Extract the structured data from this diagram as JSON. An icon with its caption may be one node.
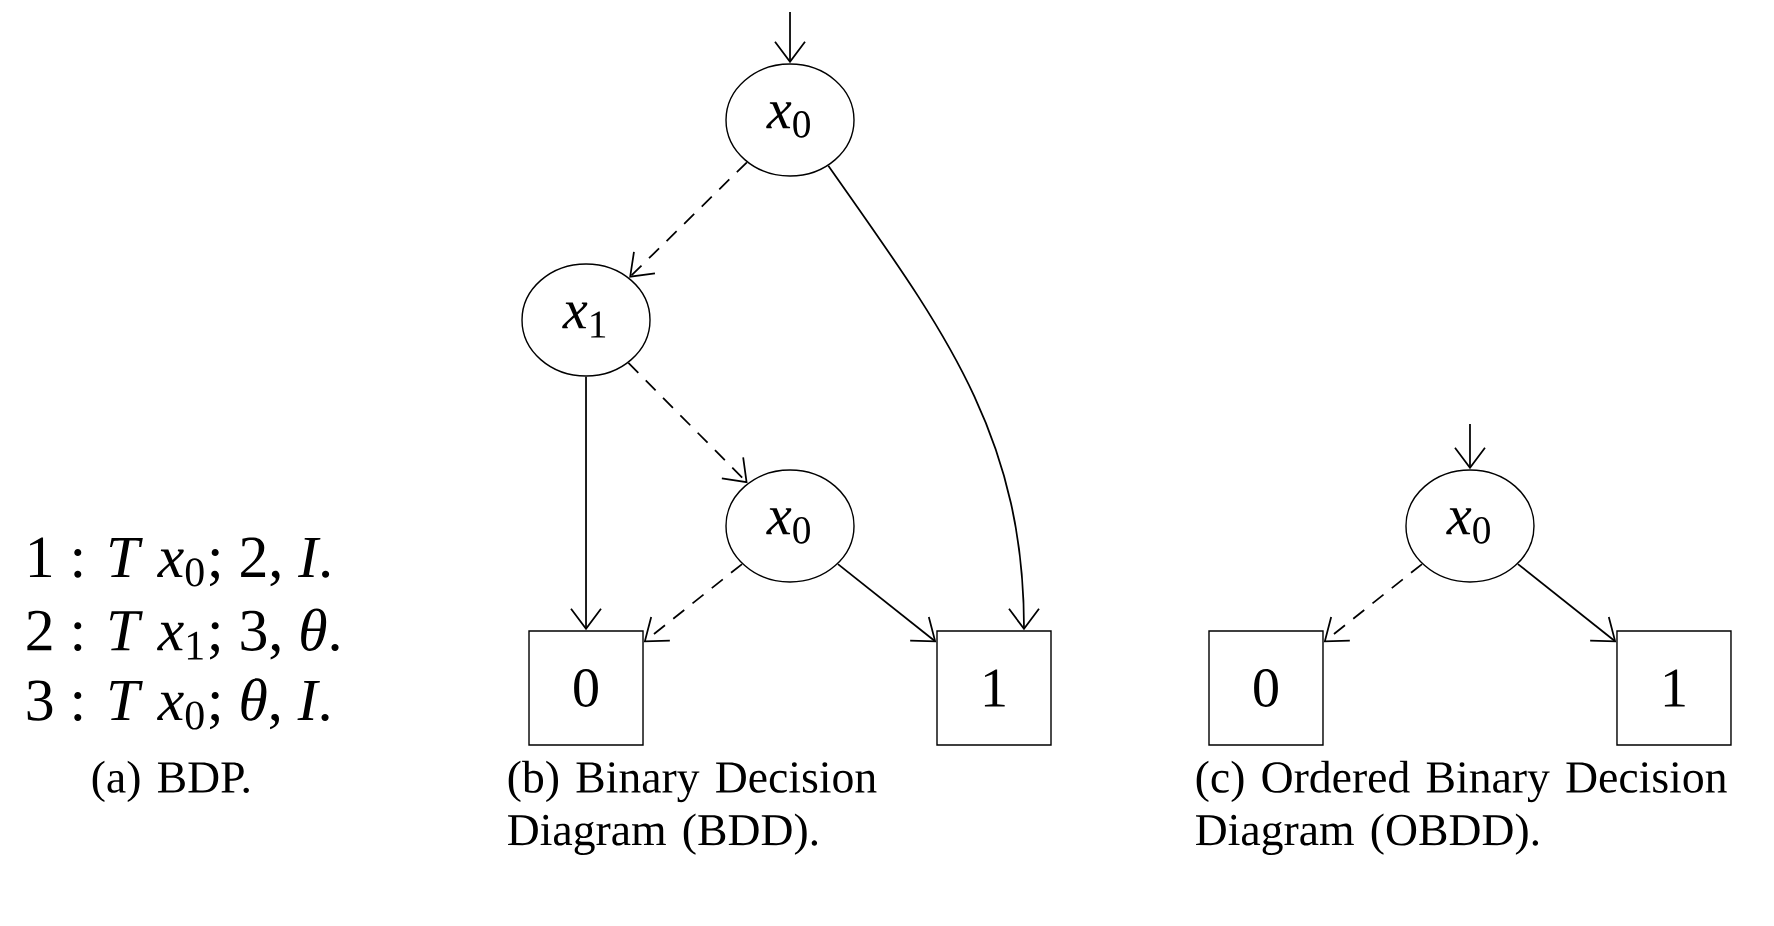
{
  "diagram": {
    "nodes": [
      {
        "text": [
          "*x*$_{0}$"
        ]
      },
      {
        "text": [
          "*x*$_{1}$"
        ]
      },
      {
        "text": [
          "*x*$_{0}$"
        ]
      },
      {
        "text": [
          "0"
        ]
      },
      {
        "text": [
          "1"
        ]
      },
      {
        "text": [
          "*x*$_{0}$"
        ]
      },
      {
        "text": [
          "0"
        ]
      },
      {
        "text": [
          "1"
        ]
      }
    ],
    "edges": [
      {
        "from": null,
        "to": 0,
        "arrow": "to"
      },
      {
        "from": 0,
        "to": 1,
        "arrow": "to",
        "style": "dashed"
      },
      {
        "from": 0,
        "to": 4,
        "arrow": "to"
      },
      {
        "from": 1,
        "to": 3,
        "arrow": "to"
      },
      {
        "from": 1,
        "to": 2,
        "arrow": "to",
        "style": "dashed"
      },
      {
        "from": 2,
        "to": 3,
        "arrow": "to",
        "style": "dashed"
      },
      {
        "from": 2,
        "to": 4,
        "arrow": "to"
      },
      {
        "from": null,
        "to": 5,
        "arrow": "to"
      },
      {
        "from": 5,
        "to": 6,
        "arrow": "to",
        "style": "dashed"
      },
      {
        "from": 5,
        "to": 7,
        "arrow": "to"
      }
    ],
    "labels": [
      "1 : *T*  *x*$_{0}$; 2, *I*.",
      "2 : *T*  *x*$_{1}$; 3, *θ*.",
      "3 : *T*  *x*$_{0}$; *θ*, *I*.",
      "(a) BDP.",
      "(b) Binary Decision Diagram (BDD).",
      "(c) Ordered Binary Decision Diagram (OBDD)."
    ]
  }
}
